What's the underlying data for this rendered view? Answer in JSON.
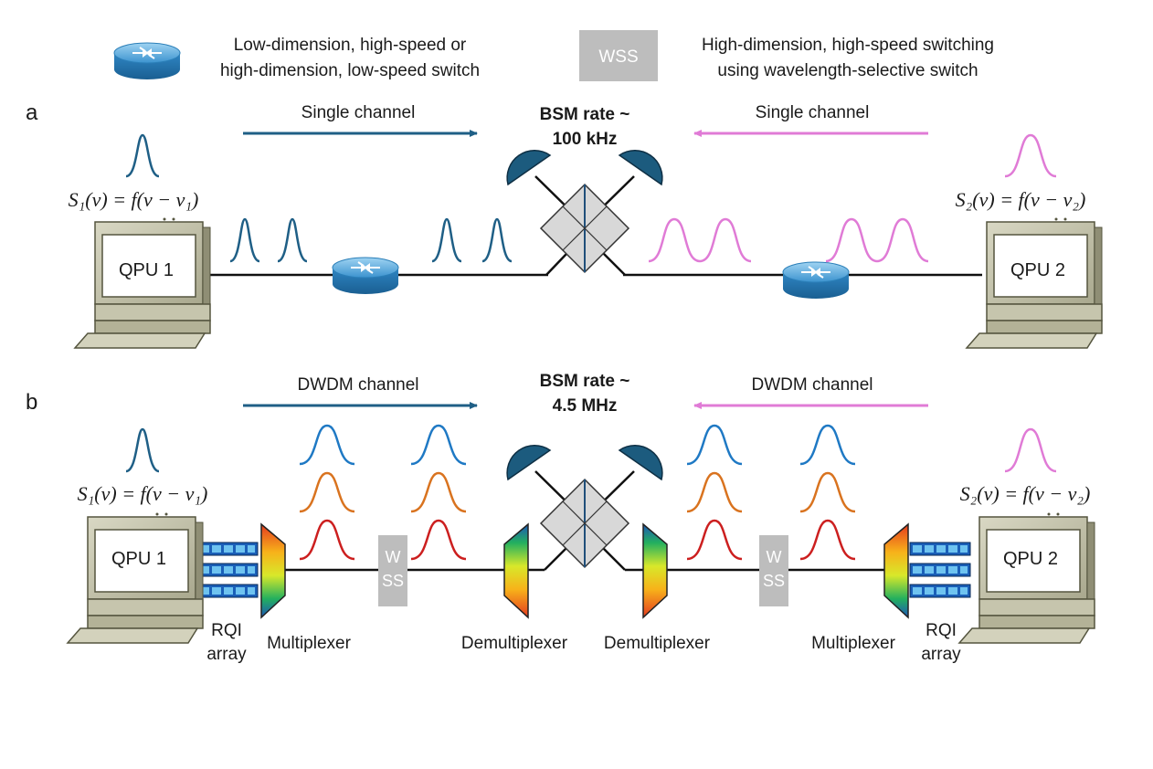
{
  "legend": {
    "switch_text_line1": "Low-dimension, high-speed or",
    "switch_text_line2": "high-dimension, low-speed switch",
    "wss_box_label": "WSS",
    "wss_text_line1": "High-dimension, high-speed switching",
    "wss_text_line2": "using wavelength-selective switch"
  },
  "panel_a": {
    "label": "a",
    "left_channel": "Single channel",
    "right_channel": "Single channel",
    "bsm_line1": "BSM rate ~",
    "bsm_line2": "100 kHz",
    "qpu_left": "QPU 1",
    "qpu_right": "QPU 2",
    "eq_left": "S₁(v) = f(v − v₁)",
    "eq_right": "S₂(v) = f(v − v₂)"
  },
  "panel_b": {
    "label": "b",
    "left_channel": "DWDM channel",
    "right_channel": "DWDM channel",
    "bsm_line1": "BSM rate ~",
    "bsm_line2": "4.5 MHz",
    "qpu_left": "QPU 1",
    "qpu_right": "QPU 2",
    "eq_left": "S₁(v) = f(v − v₁)",
    "eq_right": "S₂(v) = f(v − v₂)",
    "wss_left_l1": "W",
    "wss_left_l2": "SS",
    "wss_right_l1": "W",
    "wss_right_l2": "SS",
    "rqi_left_l1": "RQI",
    "rqi_left_l2": "array",
    "rqi_right_l1": "RQI",
    "rqi_right_l2": "array",
    "mux_left": "Multiplexer",
    "demux_left": "Demultiplexer",
    "demux_right": "Demultiplexer",
    "mux_right": "Multiplexer"
  },
  "colors": {
    "blue_dark": "#1f5f86",
    "pink": "#e07bd6",
    "blue_light": "#1f79c4",
    "orange": "#d9731f",
    "red": "#cc1f1f",
    "wss_gray": "#bdbdbd",
    "detector": "#1c5b7e",
    "splitter_fill": "#d8d8d8"
  }
}
